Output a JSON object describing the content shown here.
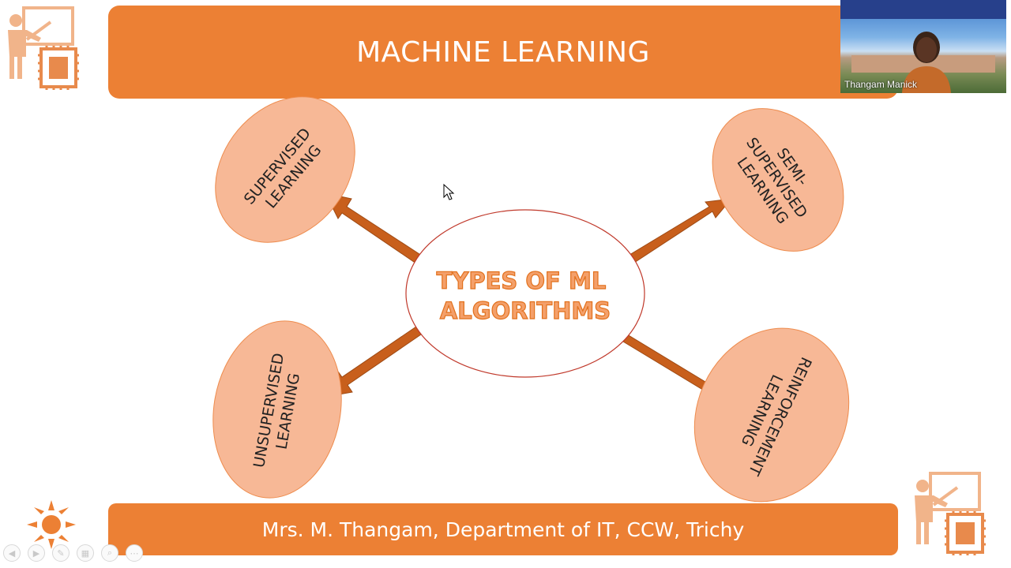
{
  "slide": {
    "title": "MACHINE LEARNING",
    "footer": "Mrs. M. Thangam, Department of IT, CCW, Trichy"
  },
  "diagram": {
    "center": {
      "lines": [
        "TYPES OF ML",
        "ALGORITHMS"
      ]
    },
    "leaves": [
      {
        "id": "supervised",
        "lines": [
          "SUPERVISED",
          "LEARNING"
        ]
      },
      {
        "id": "semi-supervised",
        "lines": [
          "SEMI-",
          "SUPERVISED",
          "LEARNING"
        ]
      },
      {
        "id": "unsupervised",
        "lines": [
          "UNSUPERVISED",
          "LEARNING"
        ]
      },
      {
        "id": "reinforcement",
        "lines": [
          "REINFORCEMENT",
          "LEARNING"
        ]
      }
    ]
  },
  "video": {
    "participant_name": "Thangam Manick"
  },
  "colors": {
    "accent": "#ec8034",
    "leaf_fill": "#f7b896",
    "arrow": "#c85f1c",
    "center_border": "#c0392b"
  },
  "icons": {
    "top_left": "teacher-chip-icon",
    "bottom_left": "sun-icon",
    "bottom_right": "teacher-chip-icon"
  }
}
